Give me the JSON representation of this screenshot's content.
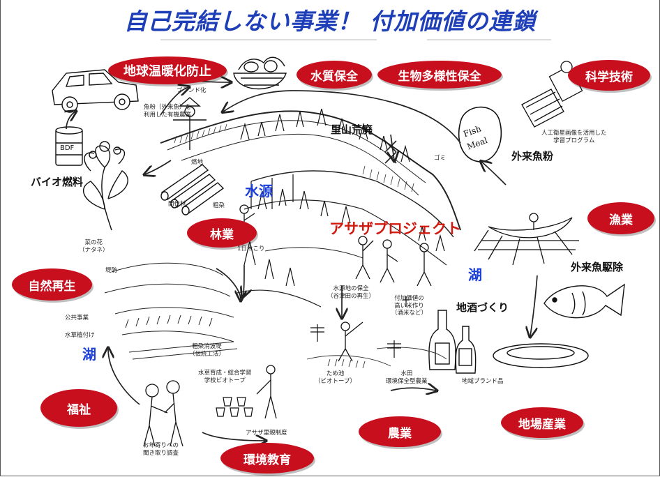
{
  "title": "自己完結しない事業！ 付加価値の連鎖",
  "badges": {
    "global_warming": "地球温暖化防止",
    "water_quality": "水質保全",
    "biodiversity": "生物多様性保全",
    "science": "科学技術",
    "forestry": "林業",
    "fishery": "漁業",
    "nature_regen": "自然再生",
    "welfare": "福祉",
    "env_education": "環境教育",
    "agriculture": "農業",
    "local_industry": "地場産業"
  },
  "labels": {
    "water_source": "水源",
    "project": "アサザプロジェクト",
    "lake_right": "湖",
    "lake_left": "湖",
    "satoyama": "里山荒廃",
    "bio_fuel": "バイオ燃料",
    "alien_fish_powder": "外来魚粉",
    "alien_fish_removal": "外来魚駆除",
    "local_sake": "地酒づくり"
  },
  "captions": {
    "brand": "ブランド化",
    "fishmeal_farming": "魚粉（外来魚）を\n利用した有機農業",
    "rapeseed": "菜の花\n（ナタネ）",
    "thinned_wood": "間伐材",
    "firewood": "粗朶",
    "one_day_woodcutter": "1日木こり",
    "bundle": "燃地",
    "satellite": "人工衛星画像を活用した\n学習プログラム",
    "trash": "ゴミ",
    "levee": "堤防",
    "public_works": "公共事業",
    "aquatic_planting": "水草植付け",
    "brushwood_method": "粗朶消波堤\n（伝統工法）",
    "source_protection": "水源地の保全\n（谷津田の再生）",
    "value_added": "付加価値の\n高い米作り\n（酒米など）",
    "pond": "ため池\n（ビオトープ）",
    "paddy": "水田\n環境保全型農業",
    "local_brand": "地域ブランド品",
    "school_biotope": "水草育成・総合学習\n学校ビオトープ",
    "asaza_observation": "アサザ里親制度",
    "elderly_interview": "お年寄りへの\n聞き取り調査"
  },
  "colors": {
    "badge_red": "#c80f1e",
    "title_blue": "#1f3fb8",
    "label_blue": "#1b3fd8",
    "project_red": "#d01a10"
  }
}
